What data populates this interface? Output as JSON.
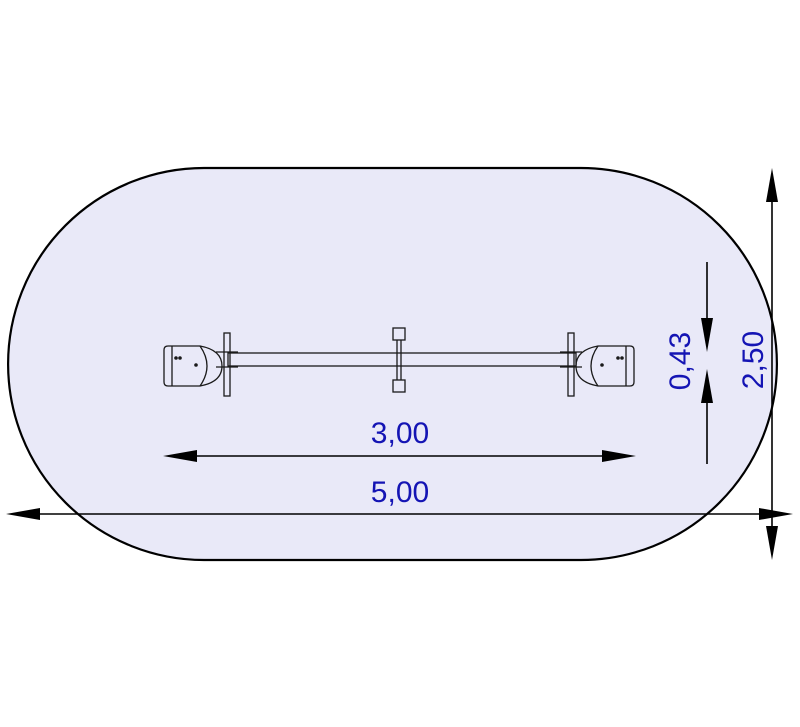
{
  "colors": {
    "zone_fill": "#e9e9f8",
    "zone_stroke": "#000000",
    "dimension_text": "#1414b4",
    "dimension_line": "#000000"
  },
  "dimensions": {
    "total_length": "5,00",
    "equipment_length": "3,00",
    "total_width": "2,50",
    "equipment_width": "0,43"
  }
}
